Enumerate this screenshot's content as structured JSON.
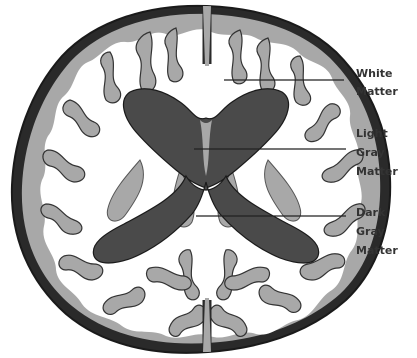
{
  "labels": [
    {
      "id": "white",
      "lines": [
        "White",
        "Matter"
      ]
    },
    {
      "id": "light",
      "lines": [
        "Light",
        "Gray",
        "Matter"
      ]
    },
    {
      "id": "dark",
      "lines": [
        "Dark",
        "Gray",
        "Matter"
      ]
    }
  ],
  "colors": {
    "background": "#ffffff",
    "white_matter": "#ffffff",
    "light_gray_matter": "#a8a8a8",
    "dark_gray_matter": "#4a4a4a",
    "outline": "#1a1a1a",
    "leader_line": "#222222",
    "label_text": "#333333"
  }
}
